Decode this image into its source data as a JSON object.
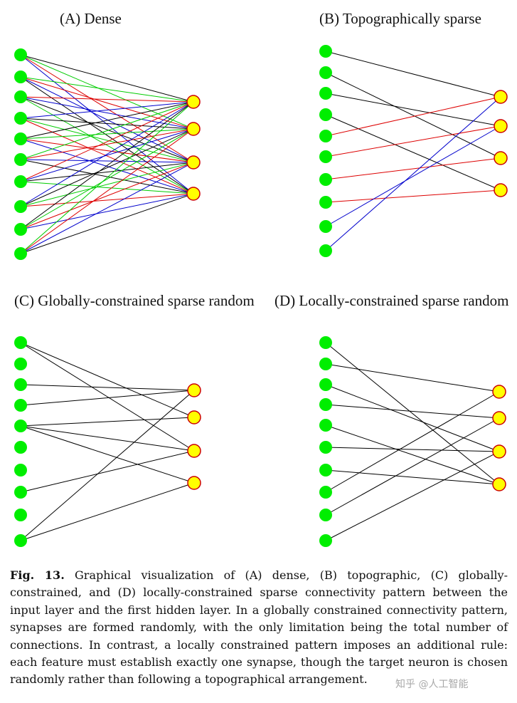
{
  "panels": [
    {
      "key": "A",
      "title": "(A) Dense",
      "connection_mode": "all",
      "colors": [
        "#000000",
        "#00cc00",
        "#dd0000",
        "#0000cc"
      ],
      "connections": []
    },
    {
      "key": "B",
      "title": "(B) Topographically sparse",
      "connection_mode": "explicit",
      "connections": [
        {
          "from": 0,
          "to": 0,
          "color": "#000000"
        },
        {
          "from": 1,
          "to": 2,
          "color": "#000000"
        },
        {
          "from": 2,
          "to": 1,
          "color": "#000000"
        },
        {
          "from": 3,
          "to": 3,
          "color": "#000000"
        },
        {
          "from": 4,
          "to": 0,
          "color": "#dd0000"
        },
        {
          "from": 5,
          "to": 1,
          "color": "#dd0000"
        },
        {
          "from": 6,
          "to": 2,
          "color": "#dd0000"
        },
        {
          "from": 7,
          "to": 3,
          "color": "#dd0000"
        },
        {
          "from": 8,
          "to": 1,
          "color": "#0000cc"
        },
        {
          "from": 9,
          "to": 0,
          "color": "#0000cc"
        }
      ]
    },
    {
      "key": "C",
      "title": "(C) Globally-constrained sparse random",
      "connection_mode": "explicit",
      "connections": [
        {
          "from": 0,
          "to": 1,
          "color": "#000000"
        },
        {
          "from": 0,
          "to": 2,
          "color": "#000000"
        },
        {
          "from": 2,
          "to": 0,
          "color": "#000000"
        },
        {
          "from": 3,
          "to": 0,
          "color": "#000000"
        },
        {
          "from": 4,
          "to": 1,
          "color": "#000000"
        },
        {
          "from": 4,
          "to": 2,
          "color": "#000000"
        },
        {
          "from": 4,
          "to": 3,
          "color": "#000000"
        },
        {
          "from": 7,
          "to": 2,
          "color": "#000000"
        },
        {
          "from": 9,
          "to": 0,
          "color": "#000000"
        },
        {
          "from": 9,
          "to": 3,
          "color": "#000000"
        }
      ]
    },
    {
      "key": "D",
      "title": "(D) Locally-constrained sparse random",
      "connection_mode": "explicit",
      "connections": [
        {
          "from": 0,
          "to": 3,
          "color": "#000000"
        },
        {
          "from": 1,
          "to": 0,
          "color": "#000000"
        },
        {
          "from": 2,
          "to": 2,
          "color": "#000000"
        },
        {
          "from": 3,
          "to": 1,
          "color": "#000000"
        },
        {
          "from": 4,
          "to": 3,
          "color": "#000000"
        },
        {
          "from": 5,
          "to": 2,
          "color": "#000000"
        },
        {
          "from": 6,
          "to": 3,
          "color": "#000000"
        },
        {
          "from": 7,
          "to": 0,
          "color": "#000000"
        },
        {
          "from": 8,
          "to": 1,
          "color": "#000000"
        },
        {
          "from": 9,
          "to": 2,
          "color": "#000000"
        }
      ]
    }
  ],
  "node_style": {
    "input_fill": "#00ee00",
    "hidden_fill": "#ffff00",
    "hidden_stroke": "#cc0000"
  },
  "caption": {
    "label": "Fig. 13.",
    "text": " Graphical visualization of (A) dense, (B) topographic, (C) globally-constrained, and (D) locally-constrained sparse connectivity pattern between the input layer and the first hidden layer. In a globally constrained connectivity pattern, synapses are formed randomly, with the only limitation being the total number of connections. In contrast, a locally constrained pattern imposes an additional rule: each feature must establish exactly one synapse, though the target neuron is chosen randomly rather than following a topographical arrangement."
  },
  "watermark": "知乎 @人工智能"
}
